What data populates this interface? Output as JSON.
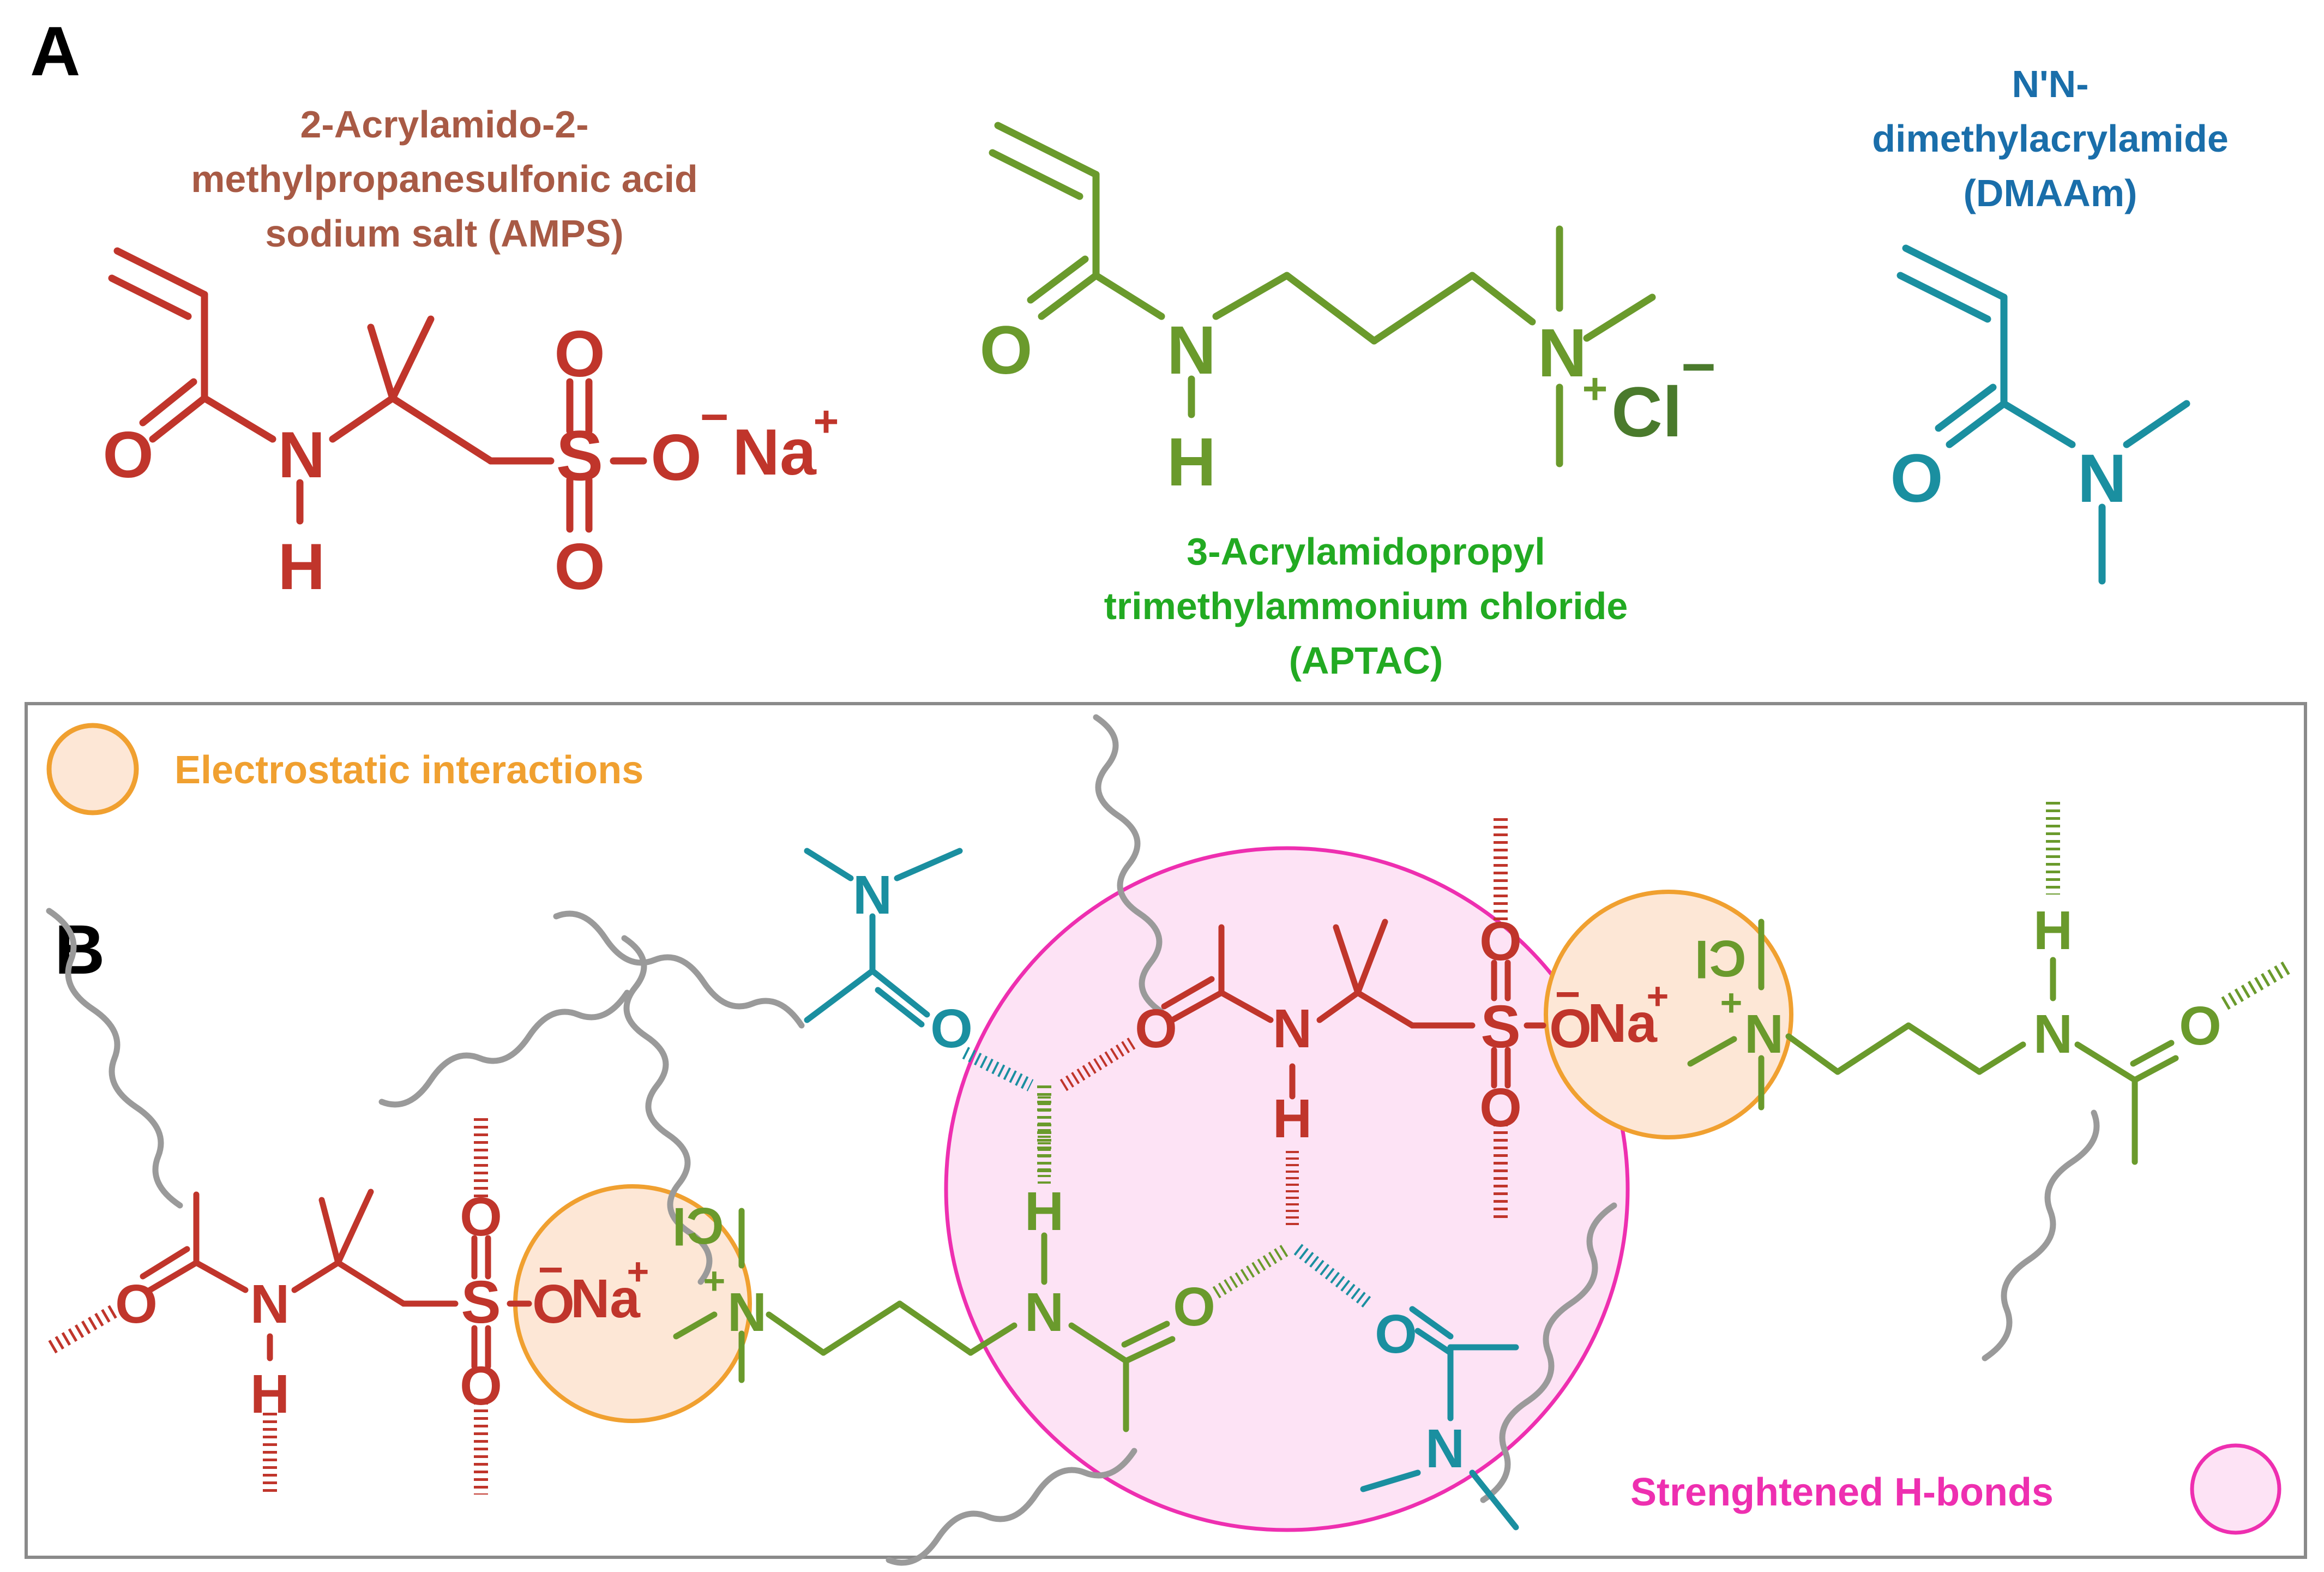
{
  "panel_a_label": "A",
  "panel_b_label": "B",
  "colors": {
    "amps": "#c0352b",
    "amps_title": "#a85a45",
    "aptac": "#6a9a2c",
    "aptac_title": "#22aa22",
    "dmaam": "#1a8fa0",
    "dmaam_title": "#1a6eaa",
    "electrostatic": "#f0a030",
    "hbond": "#ee2fb0",
    "wavy": "#9a9a9a"
  },
  "monomers": {
    "amps": {
      "title": [
        "2-Acrylamido-2-",
        "methylpropanesulfonic acid",
        "sodium salt (AMPS)"
      ],
      "atoms": {
        "O": "O",
        "N": "N",
        "H": "H",
        "S": "S",
        "O1": "O",
        "O2": "O",
        "Om": "O",
        "minus": "−",
        "Na": "Na",
        "plus": "+"
      }
    },
    "aptac": {
      "title": [
        "3-Acrylamidopropyl",
        "trimethylammonium chloride",
        "(APTAC)"
      ],
      "atoms": {
        "O": "O",
        "N": "N",
        "H": "H",
        "Nq": "N",
        "plus": "+",
        "Cl": "Cl",
        "minus": "−"
      }
    },
    "dmaam": {
      "title": [
        "N'N-",
        "dimethylacrylamide",
        "(DMAAm)"
      ],
      "atoms": {
        "O": "O",
        "N": "N"
      }
    }
  },
  "panel_b_atoms": {
    "O": "O",
    "N": "N",
    "H": "H",
    "S": "S",
    "Na": "Na",
    "minus": "−",
    "plus": "+",
    "Cl": "Cl"
  },
  "legend": {
    "electrostatic": "Electrostatic  interactions",
    "hbonds": "Strenghtened H-bonds"
  }
}
